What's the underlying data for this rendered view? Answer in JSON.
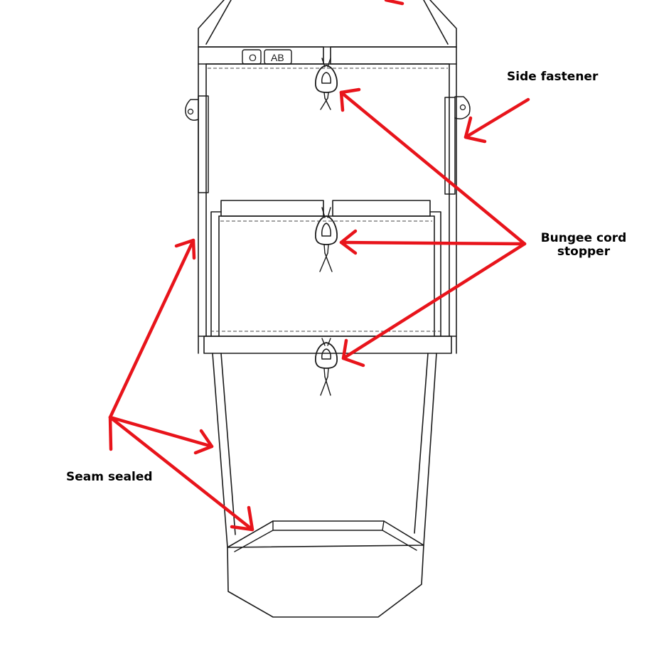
{
  "labels": {
    "side_fastener": "Side fastener",
    "bungee_line1": "Bungee cord",
    "bungee_line2": "stopper",
    "seam_sealed": "Seam sealed"
  },
  "pocket_tags": {
    "tag1": "O",
    "tag2": "AB"
  },
  "colors": {
    "arrow": "#e8141b",
    "ink": "#1a1a1a",
    "background": "#ffffff"
  }
}
